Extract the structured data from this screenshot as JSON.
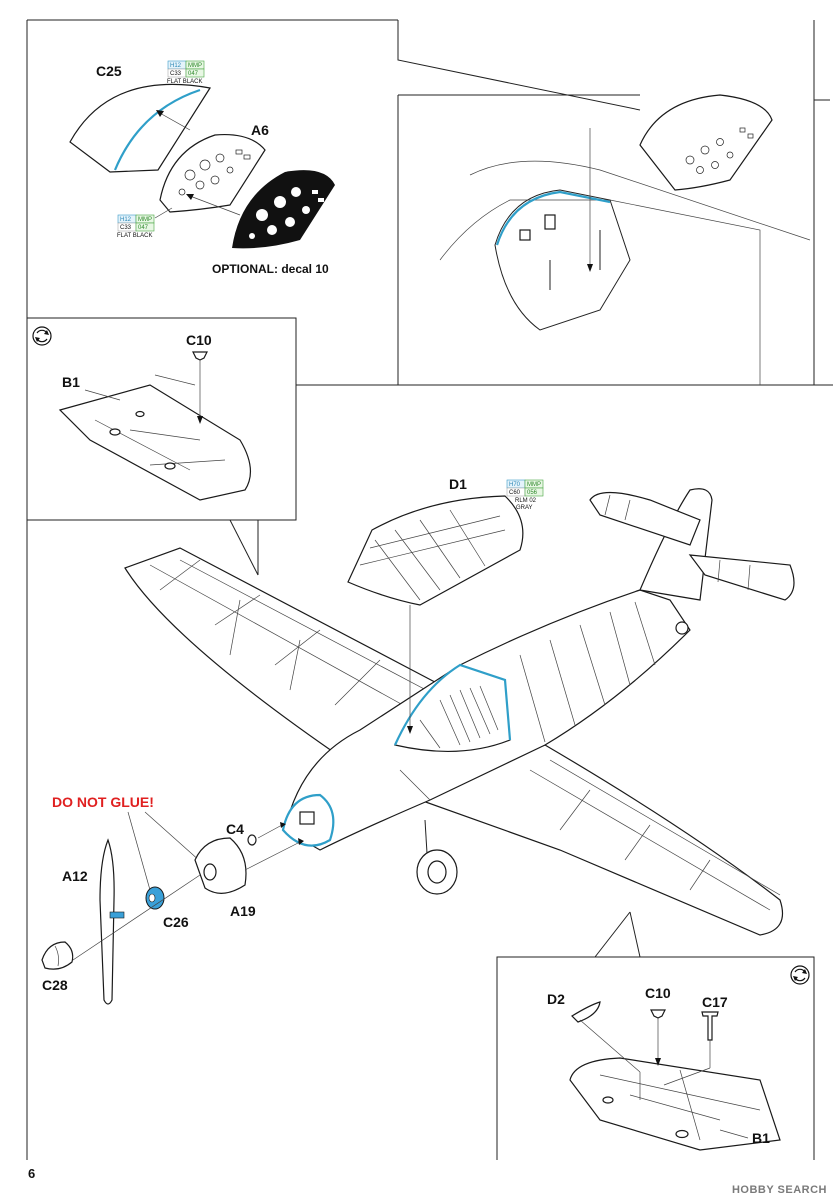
{
  "page_number": "6",
  "watermark": "HOBBY SEARCH",
  "parts": {
    "c25": "C25",
    "a6": "A6",
    "c10_top": "C10",
    "b1_top": "B1",
    "d1": "D1",
    "c4": "C4",
    "a12": "A12",
    "c26": "C26",
    "a19": "A19",
    "c28": "C28",
    "d2": "D2",
    "c10_bottom": "C10",
    "c17": "C17",
    "b1_bottom": "B1"
  },
  "notes": {
    "optional": "OPTIONAL: decal 10",
    "do_not_glue": "DO NOT GLUE!"
  },
  "paint_tags": {
    "c25": {
      "h": "H12",
      "mmp": "MMP",
      "c": "C33",
      "code": "047",
      "name": "FLAT BLACK"
    },
    "a6": {
      "h": "H12",
      "mmp": "MMP",
      "c": "C33",
      "code": "047",
      "name": "FLAT BLACK"
    },
    "d1": {
      "h": "H70",
      "mmp": "MMP",
      "c": "C60",
      "code": "056",
      "name1": "RLM 02",
      "name2": "GRAY"
    }
  },
  "colors": {
    "highlight_blue": "#2f9fc9",
    "warning_red": "#e02020",
    "hub_blue": "#3aa0d8"
  },
  "icons": [
    "rotate-view-icon",
    "rotate-view-icon"
  ]
}
